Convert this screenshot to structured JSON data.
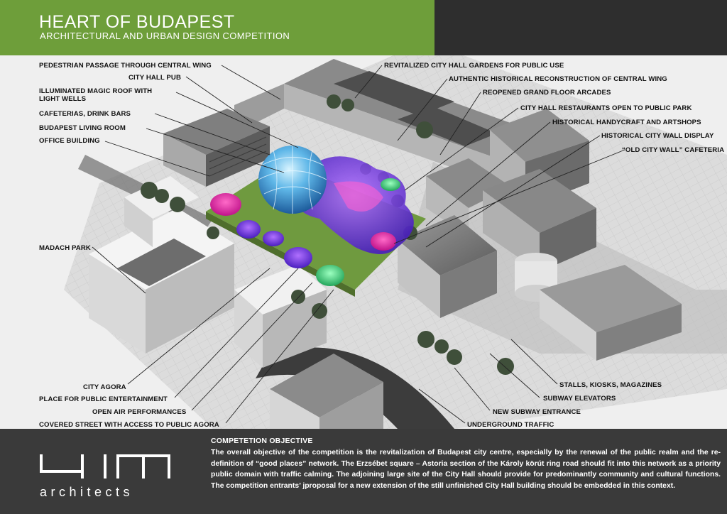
{
  "header": {
    "title": "HEART OF BUDAPEST",
    "subtitle": "ARCHITECTURAL AND URBAN DESIGN COMPETITION"
  },
  "callouts": {
    "pedestrian_passage": "PEDESTRIAN PASSAGE THROUGH CENTRAL WING",
    "city_hall_pub": "CITY HALL PUB",
    "magic_roof": "ILLUMINATED MAGIC ROOF WITH LIGHT WELLS",
    "cafeterias": "CAFETERIAS, DRINK BARS",
    "living_room": "BUDAPEST LIVING ROOM",
    "office_building": "OFFICE BUILDING",
    "madach_park": "MADACH PARK",
    "city_agora": "CITY AGORA",
    "public_entertainment": "PLACE FOR PUBLIC ENTERTAINMENT",
    "open_air": "OPEN AIR PERFORMANCES",
    "covered_street": "COVERED STREET WITH ACCESS TO PUBLIC AGORA",
    "gardens": "REVITALIZED CITY HALL GARDENS FOR PUBLIC USE",
    "reconstruction": "AUTHENTIC HISTORICAL RECONSTRUCTION OF CENTRAL WING",
    "arcades": "REOPENED GRAND FLOOR ARCADES",
    "restaurants": "CITY HALL RESTAURANTS OPEN TO PUBLIC PARK",
    "handycraft": "HISTORICAL HANDYCRAFT AND ARTSHOPS",
    "city_wall_display": "HISTORICAL CITY WALL DISPLAY",
    "wall_cafeteria": "“OLD CITY WALL” CAFETERIA",
    "stalls": "STALLS, KIOSKS, MAGAZINES",
    "subway_elevators": "SUBWAY ELEVATORS",
    "subway_entrance": "NEW SUBWAY ENTRANCE",
    "underground_traffic": "UNDERGROUND TRAFFIC"
  },
  "footer": {
    "logo_text": "architects",
    "objective_title": "COMPETETION OBJECTIVE",
    "objective_text": "The overall objective of the competition is the revitalization of Budapest city centre, especially by the renewal of the public realm and the re-definition of “good places” network. The Erzsébet square – Astoria section of the Károly körút ring road should fit into this network as a priority public domain with traffic calming. The adjoining large site of the City Hall should provide for predominantly community and cultural functions. The competition entrants’ jproposal for a new extension of the still unfinished City Hall building should be embedded in this context."
  },
  "colors": {
    "header_green": "#6e9e3a",
    "header_dark": "#2e2e2e",
    "footer_dark": "#3a3a3a"
  }
}
